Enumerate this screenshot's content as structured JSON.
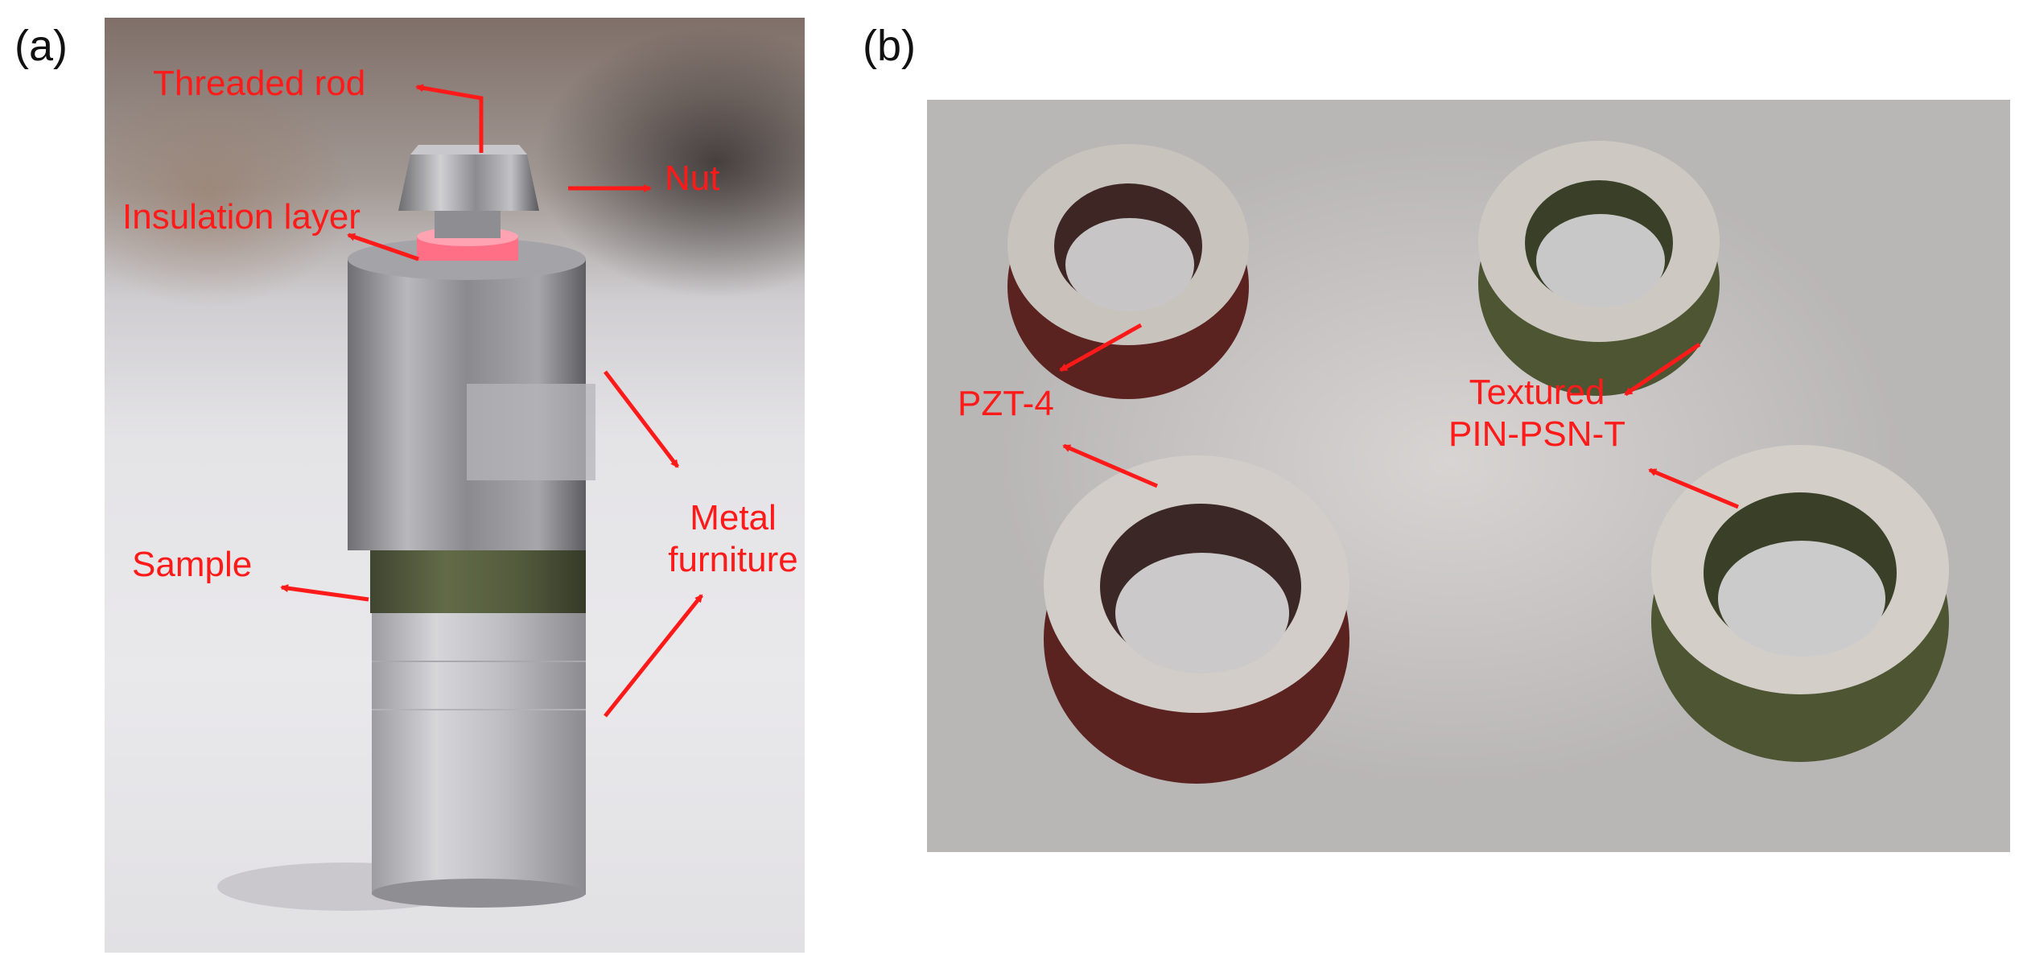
{
  "panels": {
    "a": {
      "label": "(a)",
      "annotations": {
        "threaded_rod": "Threaded rod",
        "nut": "Nut",
        "insulation_layer": "Insulation layer",
        "sample": "Sample",
        "metal_furniture_line1": "Metal",
        "metal_furniture_line2": "furniture"
      }
    },
    "b": {
      "label": "(b)",
      "annotations": {
        "pzt4": "PZT-4",
        "textured_line1": "Textured",
        "textured_line2": "PIN-PSN-T"
      }
    }
  },
  "colors": {
    "annotation": "#ff1a1a",
    "pzt_ring": "#6a2a26",
    "textured_ring": "#58603a",
    "ring_face": "#c9c4bf",
    "metal": "#9b9ba0"
  }
}
